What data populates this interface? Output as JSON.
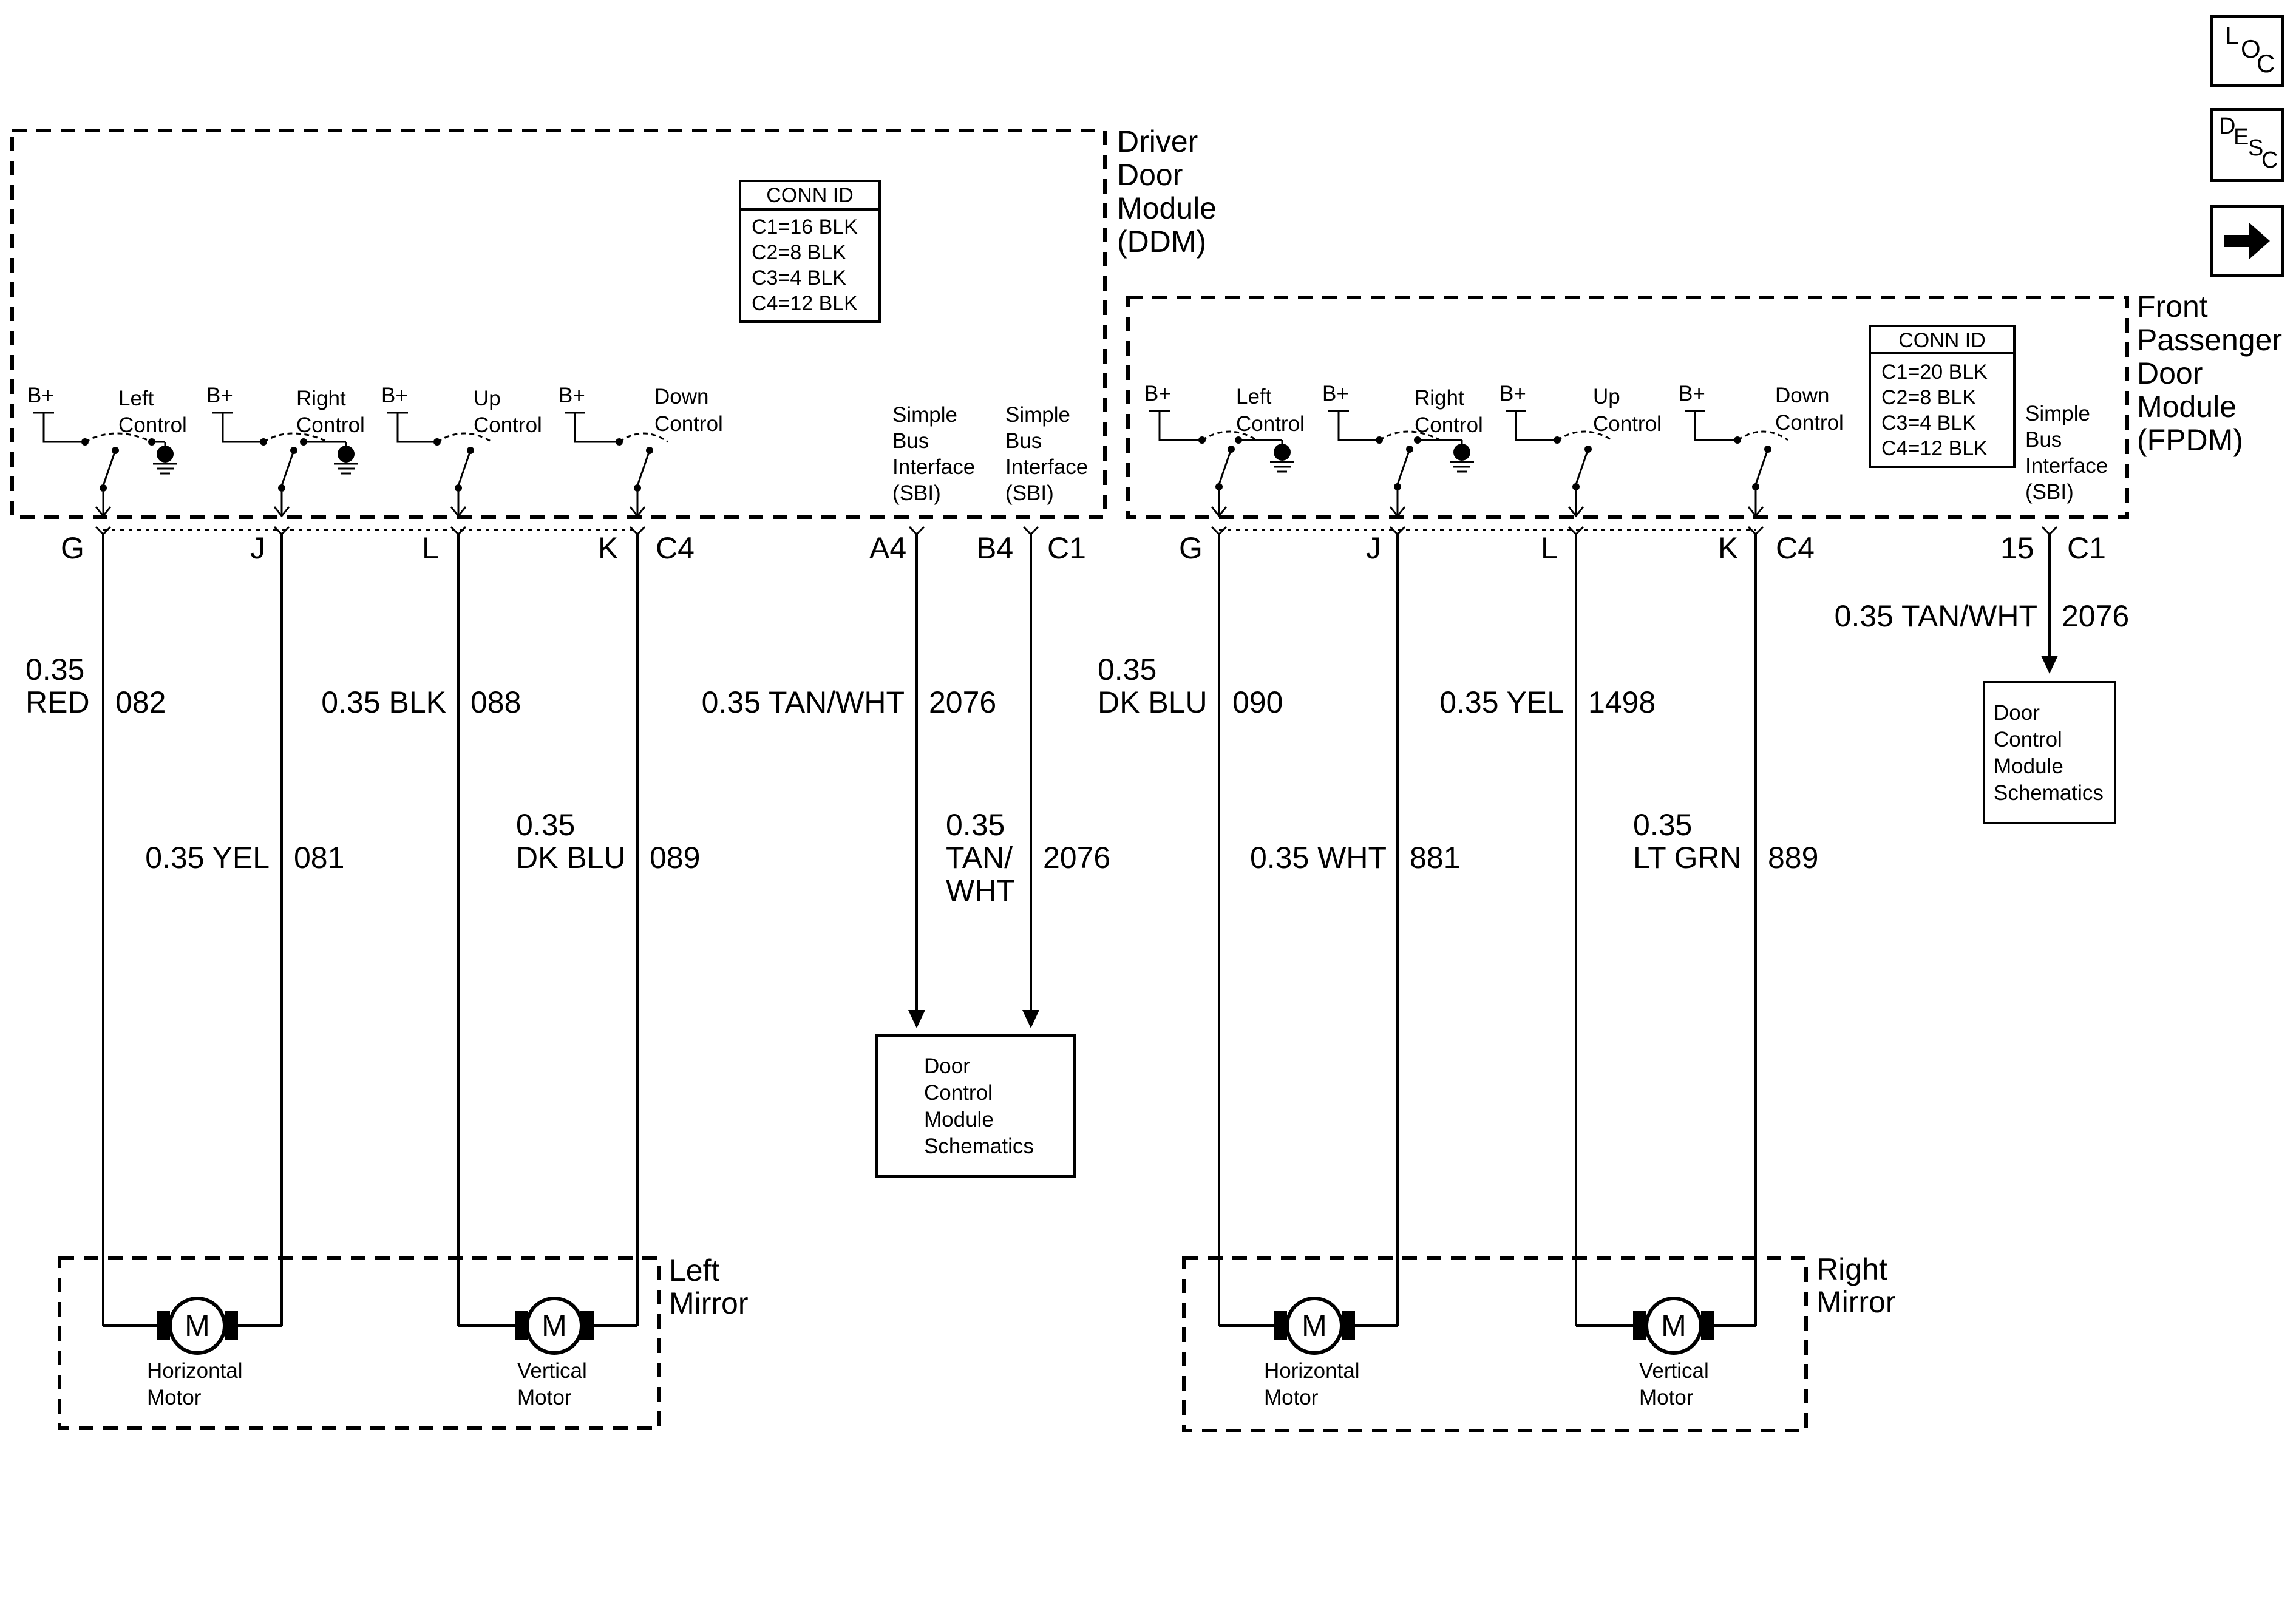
{
  "nav": {
    "loc": {
      "letters": [
        "L",
        "O",
        "C"
      ]
    },
    "desc": {
      "letters": [
        "D",
        "E",
        "S",
        "C"
      ]
    },
    "next_icon": "right-arrow-icon"
  },
  "ddm": {
    "title_lines": [
      "Driver",
      "Door",
      "Module",
      "(DDM)"
    ],
    "conn_header": "CONN ID",
    "conn_rows": [
      "C1=16 BLK",
      "C2=8 BLK",
      "C3=4 BLK",
      "C4=12 BLK"
    ],
    "switches": [
      {
        "bplus": "B+",
        "name1": "Left",
        "name2": "Control"
      },
      {
        "bplus": "B+",
        "name1": "Right",
        "name2": "Control"
      },
      {
        "bplus": "B+",
        "name1": "Up",
        "name2": "Control"
      },
      {
        "bplus": "B+",
        "name1": "Down",
        "name2": "Control"
      }
    ],
    "sbi": [
      "Simple",
      "Bus",
      "Interface",
      "(SBI)"
    ],
    "pins": [
      "G",
      "J",
      "L",
      "K",
      "C4",
      "A4",
      "B4",
      "C1"
    ]
  },
  "fpdm": {
    "title_lines": [
      "Front",
      "Passenger",
      "Door",
      "Module",
      "(FPDM)"
    ],
    "conn_header": "CONN ID",
    "conn_rows": [
      "C1=20 BLK",
      "C2=8 BLK",
      "C3=4 BLK",
      "C4=12 BLK"
    ],
    "switches": [
      {
        "bplus": "B+",
        "name1": "Left",
        "name2": "Control"
      },
      {
        "bplus": "B+",
        "name1": "Right",
        "name2": "Control"
      },
      {
        "bplus": "B+",
        "name1": "Up",
        "name2": "Control"
      },
      {
        "bplus": "B+",
        "name1": "Down",
        "name2": "Control"
      }
    ],
    "sbi": [
      "Simple",
      "Bus",
      "Interface",
      "(SBI)"
    ],
    "pins": [
      "G",
      "J",
      "L",
      "K",
      "C4",
      "15",
      "C1"
    ]
  },
  "wires_left": [
    {
      "size": "0.35",
      "color": "RED",
      "circuit": "082"
    },
    {
      "label": "0.35 YEL",
      "circuit": "081"
    },
    {
      "label": "0.35 BLK",
      "circuit": "088"
    },
    {
      "size": "0.35",
      "color": "DK BLU",
      "circuit": "089"
    },
    {
      "label": "0.35  TAN/WHT",
      "circuit": "2076"
    },
    {
      "size": "0.35",
      "color1": "TAN/",
      "color2": "WHT",
      "circuit": "2076"
    }
  ],
  "wires_right": [
    {
      "size": "0.35",
      "color": "DK BLU",
      "circuit": "090"
    },
    {
      "label": "0.35 WHT",
      "circuit": "881"
    },
    {
      "label": "0.35 YEL",
      "circuit": "1498"
    },
    {
      "size": "0.35",
      "color": "LT GRN",
      "circuit": "889"
    },
    {
      "label": "0.35 TAN/WHT",
      "circuit": "2076"
    }
  ],
  "dcm_box": [
    "Door",
    "Control",
    "Module",
    "Schematics"
  ],
  "left_mirror": {
    "title_lines": [
      "Left",
      "Mirror"
    ],
    "motor_symbol": "M",
    "motors": [
      {
        "line1": "Horizontal",
        "line2": "Motor"
      },
      {
        "line1": "Vertical",
        "line2": "Motor"
      }
    ]
  },
  "right_mirror": {
    "title_lines": [
      "Right",
      "Mirror"
    ],
    "motor_symbol": "M",
    "motors": [
      {
        "line1": "Horizontal",
        "line2": "Motor"
      },
      {
        "line1": "Vertical",
        "line2": "Motor"
      }
    ]
  }
}
